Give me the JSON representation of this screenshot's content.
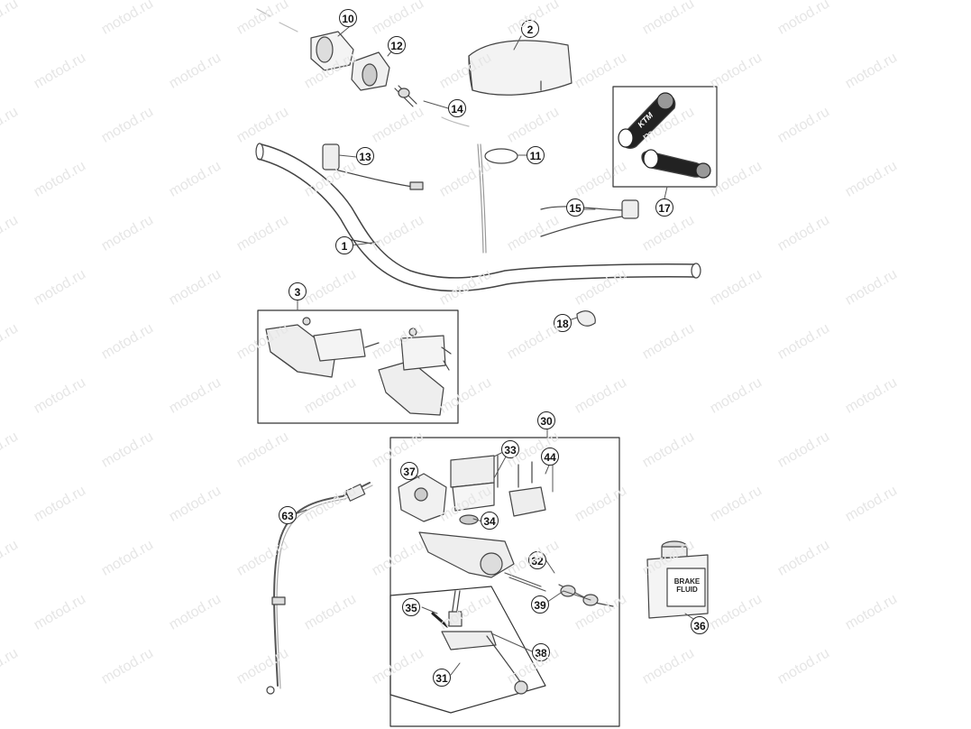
{
  "watermark": "motod.ru",
  "callouts": [
    {
      "id": "c1",
      "label": "1"
    },
    {
      "id": "c2",
      "label": "2"
    },
    {
      "id": "c3",
      "label": "3"
    },
    {
      "id": "c10",
      "label": "10"
    },
    {
      "id": "c11",
      "label": "11"
    },
    {
      "id": "c12",
      "label": "12"
    },
    {
      "id": "c13",
      "label": "13"
    },
    {
      "id": "c14",
      "label": "14"
    },
    {
      "id": "c15",
      "label": "15"
    },
    {
      "id": "c17",
      "label": "17"
    },
    {
      "id": "c18",
      "label": "18"
    },
    {
      "id": "c30",
      "label": "30"
    },
    {
      "id": "c31",
      "label": "31"
    },
    {
      "id": "c32",
      "label": "32"
    },
    {
      "id": "c33",
      "label": "33"
    },
    {
      "id": "c34",
      "label": "34"
    },
    {
      "id": "c35",
      "label": "35"
    },
    {
      "id": "c36",
      "label": "36"
    },
    {
      "id": "c37",
      "label": "37"
    },
    {
      "id": "c38",
      "label": "38"
    },
    {
      "id": "c39",
      "label": "39"
    },
    {
      "id": "c44",
      "label": "44"
    },
    {
      "id": "c63",
      "label": "63"
    }
  ],
  "brake_fluid_label": "BRAKE\nFLUID",
  "grip_logo": "KTM"
}
